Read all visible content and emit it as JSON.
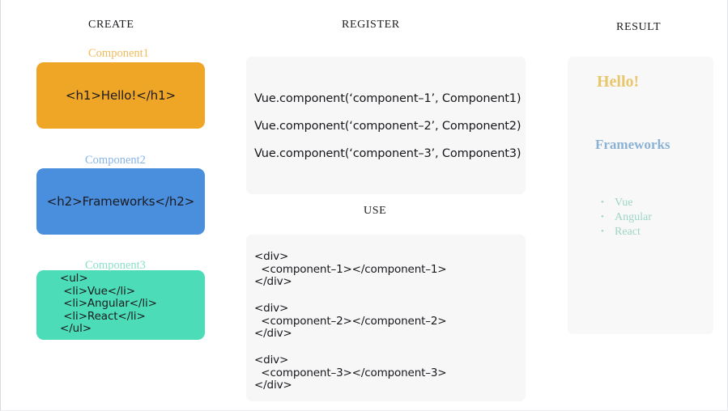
{
  "headings": {
    "create": "CREATE",
    "register": "REGISTER",
    "use": "USE",
    "result": "RESULT"
  },
  "create": {
    "components": [
      {
        "label": "Component1",
        "code": "<h1>Hello!</h1>",
        "box_color": "#efa526",
        "label_color": "#f0bb5c"
      },
      {
        "label": "Component2",
        "code": "<h2>Frameworks</h2>",
        "box_color": "#4a8ede",
        "label_color": "#88b5e8"
      },
      {
        "label": "Component3",
        "code": "<ul>\n <li>Vue</li>\n <li>Angular</li>\n <li>React</li>\n</ul>",
        "box_color": "#4cdcb7",
        "label_color": "#8be0ca"
      }
    ]
  },
  "register": {
    "panel_color": "#f7f7f8",
    "lines": [
      "Vue.component(‘component–1’, Component1)",
      "Vue.component(‘component–2’, Component2)",
      "Vue.component(‘component–3’, Component3)"
    ]
  },
  "use": {
    "panel_color": "#f7f7f8",
    "blocks": [
      "<div>\n  <component–1></component–1>\n</div>",
      "<div>\n  <component–2></component–2>\n</div>",
      "<div>\n  <component–3></component–3>\n</div>"
    ]
  },
  "result": {
    "panel_color": "#f8f8f9",
    "h1": "Hello!",
    "h1_color": "#e8c66a",
    "h2": "Frameworks",
    "h2_color": "#8bb2d4",
    "list_color": "#9ed6c5",
    "list": [
      "Vue",
      "Angular",
      "React"
    ]
  }
}
